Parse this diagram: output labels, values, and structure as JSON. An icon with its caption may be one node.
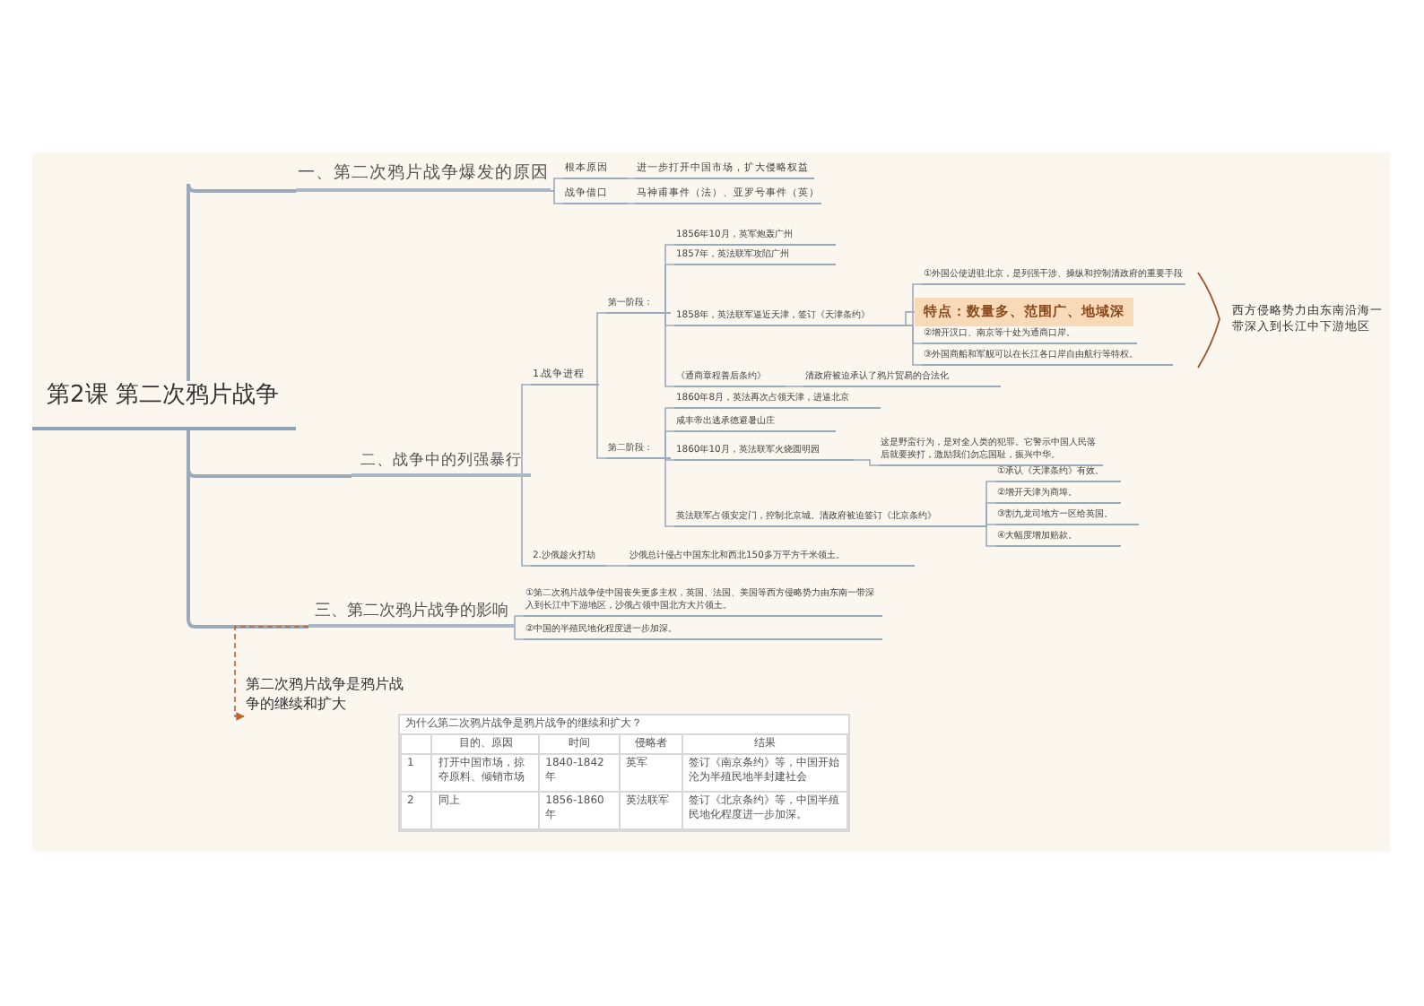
{
  "diagram": {
    "nodes": [
      {
        "text": [
          "第2课  第二次鸦片战争"
        ]
      },
      {
        "text": [
          "一、第二次鸦片战争爆发的原因"
        ]
      },
      {
        "text": [
          "根本原因"
        ]
      },
      {
        "text": [
          "进一步打开中国市场，扩大侵略权益"
        ]
      },
      {
        "text": [
          "战争借口"
        ]
      },
      {
        "text": [
          "马神甫事件（法）、亚罗号事件（英）"
        ]
      },
      {
        "text": [
          "二、战争中的列强暴行"
        ]
      },
      {
        "text": [
          "1.战争进程"
        ]
      },
      {
        "text": [
          "第一阶段："
        ]
      },
      {
        "text": [
          "1856年10月，英军炮轰广州"
        ]
      },
      {
        "text": [
          "1857年，英法联军攻陷广州"
        ]
      },
      {
        "text": [
          "1858年，英法联军逼近天津，签订《天津条约》"
        ]
      },
      {
        "text": [
          "①外国公使进驻北京，是列强干涉、操纵和控制清政府的重要手段"
        ]
      },
      {
        "text": [
          "特点：数量多、范围广、地域深"
        ]
      },
      {
        "text": [
          "②增开汉口、南京等十处为通商口岸。"
        ]
      },
      {
        "text": [
          "③外国商船和军舰可以在长江各口岸自由航行等特权。"
        ]
      },
      {
        "text": [
          "西方侵略势力由东南沿海一带深入到长江中下游地区"
        ]
      },
      {
        "text": [
          "《通商章程善后条约》"
        ]
      },
      {
        "text": [
          "清政府被迫承认了鸦片贸易的合法化"
        ]
      },
      {
        "text": [
          "第二阶段："
        ]
      },
      {
        "text": [
          "1860年8月，英法再次占领天津，进逼北京"
        ]
      },
      {
        "text": [
          "咸丰帝出逃承德避暑山庄"
        ]
      },
      {
        "text": [
          "1860年10月，英法联军火烧圆明园"
        ]
      },
      {
        "text": [
          "这是野蛮行为，是对全人类的犯罪。它警示中国人民落后就要挨打，激励我们勿忘国耻，振兴中华。"
        ]
      },
      {
        "text": [
          "英法联军占领安定门，控制北京城。清政府被迫签订《北京条约》"
        ]
      },
      {
        "text": [
          "①承认《天津条约》有效。"
        ]
      },
      {
        "text": [
          "②增开天津为商埠。"
        ]
      },
      {
        "text": [
          "③割九龙司地方一区给英国。"
        ]
      },
      {
        "text": [
          "④大幅度增加赔款。"
        ]
      },
      {
        "text": [
          "2.沙俄趁火打劫"
        ]
      },
      {
        "text": [
          "沙俄总计侵占中国东北和西北150多万平方千米领土。"
        ]
      },
      {
        "text": [
          "三、第二次鸦片战争的影响"
        ]
      },
      {
        "text": [
          "①第二次鸦片战争使中国丧失更多主权，英国、法国、美国等西方侵略势力由东南一带深入到长江中下游地区，沙俄占领中国北方大片领土。"
        ]
      },
      {
        "text": [
          "②中国的半殖民地化程度进一步加深。"
        ]
      },
      {
        "text": [
          "第二次鸦片战争是鸦片战争的继续和扩大"
        ]
      }
    ],
    "edges": [
      {
        "from": 0,
        "to": 1,
        "arrow": "none"
      },
      {
        "from": 0,
        "to": 6,
        "arrow": "none"
      },
      {
        "from": 0,
        "to": 31,
        "arrow": "none"
      },
      {
        "from": 1,
        "to": 2,
        "arrow": "none"
      },
      {
        "from": 1,
        "to": 4,
        "arrow": "none"
      },
      {
        "from": 2,
        "to": 3,
        "arrow": "none"
      },
      {
        "from": 4,
        "to": 5,
        "arrow": "none"
      },
      {
        "from": 6,
        "to": 7,
        "arrow": "none"
      },
      {
        "from": 6,
        "to": 29,
        "arrow": "none"
      },
      {
        "from": 7,
        "to": 8,
        "arrow": "none"
      },
      {
        "from": 7,
        "to": 19,
        "arrow": "none"
      },
      {
        "from": 8,
        "to": 9,
        "arrow": "none"
      },
      {
        "from": 8,
        "to": 10,
        "arrow": "none"
      },
      {
        "from": 8,
        "to": 11,
        "arrow": "none"
      },
      {
        "from": 8,
        "to": 17,
        "arrow": "none"
      },
      {
        "from": 11,
        "to": 12,
        "arrow": "none"
      },
      {
        "from": 11,
        "to": 13,
        "arrow": "none"
      },
      {
        "from": 11,
        "to": 14,
        "arrow": "none"
      },
      {
        "from": 11,
        "to": 15,
        "arrow": "none"
      },
      {
        "from": 17,
        "to": 18,
        "arrow": "none"
      },
      {
        "from": 19,
        "to": 20,
        "arrow": "none"
      },
      {
        "from": 19,
        "to": 21,
        "arrow": "none"
      },
      {
        "from": 19,
        "to": 22,
        "arrow": "none"
      },
      {
        "from": 19,
        "to": 24,
        "arrow": "none"
      },
      {
        "from": 22,
        "to": 23,
        "arrow": "none"
      },
      {
        "from": 24,
        "to": 25,
        "arrow": "none"
      },
      {
        "from": 24,
        "to": 26,
        "arrow": "none"
      },
      {
        "from": 24,
        "to": 27,
        "arrow": "none"
      },
      {
        "from": 24,
        "to": 28,
        "arrow": "none"
      },
      {
        "from": 29,
        "to": 30,
        "arrow": "none"
      },
      {
        "from": 31,
        "to": 32,
        "arrow": "none"
      },
      {
        "from": 31,
        "to": 33,
        "arrow": "none"
      },
      {
        "from": 31,
        "to": 34,
        "arrow": "to",
        "style": "dashed",
        "color": "#c0612b"
      }
    ],
    "labels": [
      "为什么第二次鸦片战争是鸦片战争的继续和扩大？",
      "目的、原因",
      "时间",
      "侵略者",
      "结果",
      "1",
      "打开中国市场，掠夺原料、倾销市场",
      "1840-1842年",
      "英军",
      "签订《南京条约》等，中国开始沦为半殖民地半封建社会",
      "2",
      "同上",
      "1856-1860年",
      "英法联军",
      "签订《北京条约》等，中国半殖民地化程度进一步加深。"
    ]
  }
}
